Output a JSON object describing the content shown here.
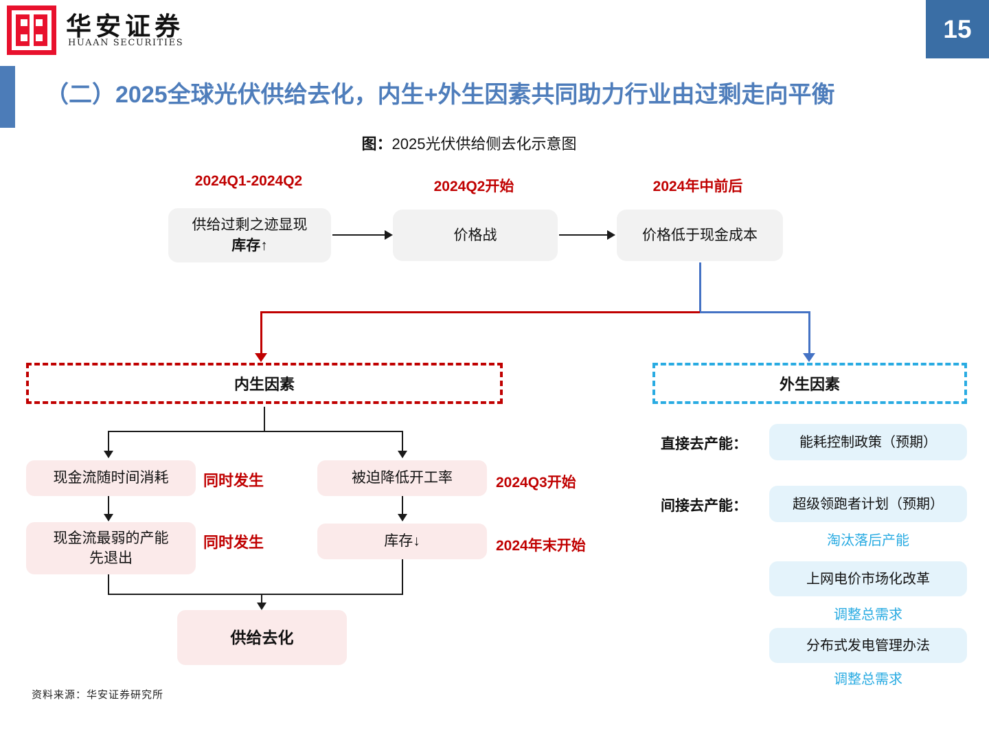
{
  "page_number": "15",
  "logo": {
    "brand_cn": "华安证券",
    "brand_en": "HUAAN SECURITIES"
  },
  "title": "（二）2025全球光伏供给去化，内生+外生因素共同助力行业由过剩走向平衡",
  "caption": {
    "prefix": "图：",
    "text": "2025光伏供给侧去化示意图"
  },
  "colors": {
    "accent_blue": "#4E7DBB",
    "page_box_blue": "#3A6EA5",
    "flow_blue": "#4472C4",
    "red": "#C00000",
    "cyan": "#29ABE2",
    "pink_bg": "#FBEAEA",
    "lightblue_bg": "#E4F3FB",
    "gray_bg": "#F2F2F2"
  },
  "top_flow": {
    "stage1": {
      "label": "2024Q1-2024Q2",
      "line1": "供给过剩之迹显现",
      "line2": "库存↑"
    },
    "stage2": {
      "label": "2024Q2开始",
      "text": "价格战"
    },
    "stage3": {
      "label": "2024年中前后",
      "text": "价格低于现金成本"
    }
  },
  "internal": {
    "title": "内生因素",
    "box_cash_drain": "现金流随时间消耗",
    "note_simultaneous1": "同时发生",
    "box_cut_utilization": "被迫降低开工率",
    "note_q3": "2024Q3开始",
    "box_weakest_exit_line1": "现金流最弱的产能",
    "box_weakest_exit_line2": "先退出",
    "note_simultaneous2": "同时发生",
    "box_inventory_down": "库存↓",
    "note_yearend": "2024年末开始",
    "box_supply_cut": "供给去化"
  },
  "external": {
    "title": "外生因素",
    "direct_label": "直接去产能：",
    "direct_box": "能耗控制政策（预期）",
    "indirect_label": "间接去产能：",
    "indirect_box1": "超级领跑者计划（预期）",
    "indirect_note1": "淘汰落后产能",
    "indirect_box2": "上网电价市场化改革",
    "indirect_note2": "调整总需求",
    "indirect_box3": "分布式发电管理办法",
    "indirect_note3": "调整总需求"
  },
  "source": "资料来源：华安证券研究所"
}
